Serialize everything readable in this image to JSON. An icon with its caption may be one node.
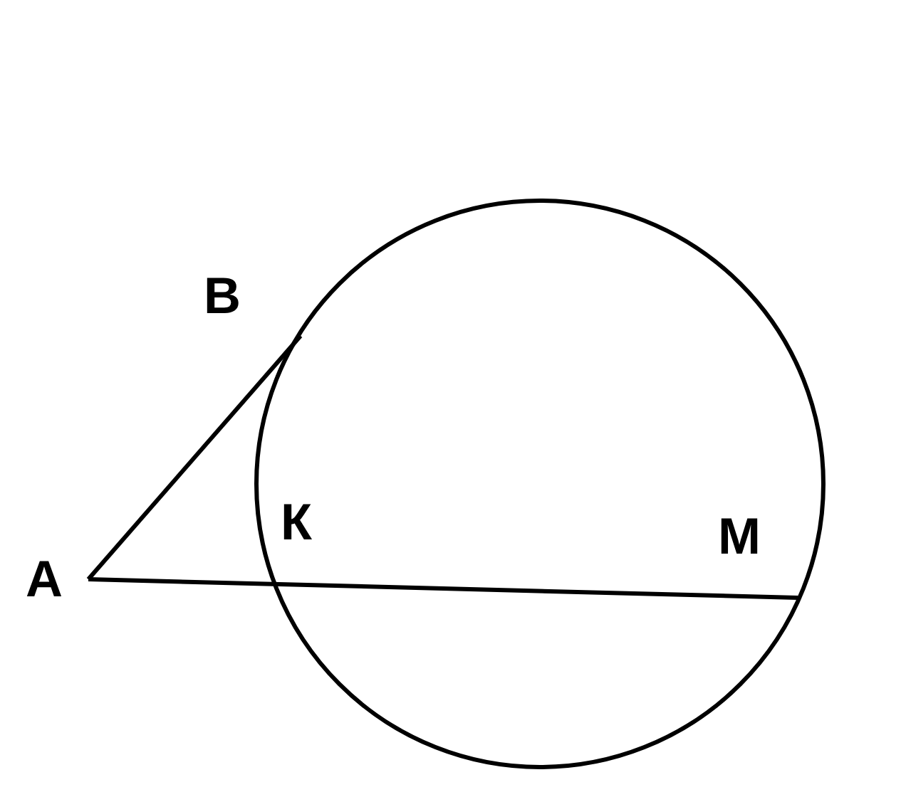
{
  "diagram": {
    "labels": [
      "В",
      "К",
      "А",
      "М"
    ]
  }
}
